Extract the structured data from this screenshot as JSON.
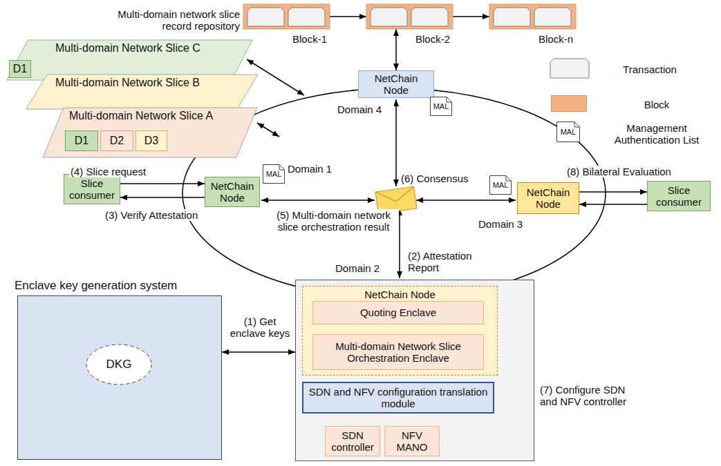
{
  "diagram": {
    "nodes": [
      {
        "text": [
          "Multi-domain Network Slice C"
        ]
      },
      {
        "text": [
          "D1"
        ],
        "in": 0
      },
      {
        "text": [
          "Multi-domain Network Slice B"
        ]
      },
      {
        "text": [
          "Multi-domain Network Slice A"
        ]
      },
      {
        "text": [
          "D1"
        ],
        "in": 3
      },
      {
        "text": [
          "D2"
        ],
        "in": 3
      },
      {
        "text": [
          "D3"
        ],
        "in": 3
      },
      {
        "text": [
          "Block-1"
        ]
      },
      {
        "text": [
          "Block-2"
        ]
      },
      {
        "text": [
          "Block-n"
        ]
      },
      {
        "text": [
          "NetChain Node"
        ]
      },
      {
        "text": [
          "MAL"
        ]
      },
      {
        "text": [
          "Slice consumer"
        ]
      },
      {
        "text": [
          "NetChain Node"
        ]
      },
      {
        "text": [
          "MAL"
        ]
      },
      {
        "text": [
          "MAL"
        ]
      },
      {
        "text": [
          "NetChain Node"
        ]
      },
      {
        "text": [
          "Slice consumer"
        ]
      },
      {
        "text": [
          "Enclave key generation system"
        ]
      },
      {
        "text": [
          "DKG"
        ],
        "in": 18
      },
      {
        "text": [
          "Domain 2"
        ]
      },
      {
        "text": [
          "NetChain Node"
        ],
        "in": 20
      },
      {
        "text": [
          "Quoting Enclave"
        ],
        "in": 21
      },
      {
        "text": [
          "Multi-domain Network Slice Orchestration Enclave"
        ],
        "in": 21
      },
      {
        "text": [
          "SDN and NFV configuration translation module"
        ],
        "in": 20
      },
      {
        "text": [
          "SDN controller"
        ],
        "in": 20
      },
      {
        "text": [
          "NFV MANO"
        ],
        "in": 20
      }
    ],
    "edges": [
      {
        "from": 7,
        "to": 8,
        "arrow": "to"
      },
      {
        "from": 8,
        "to": 9,
        "arrow": "to"
      },
      {
        "from": 8,
        "to": 10,
        "arrow": "both"
      },
      {
        "from": 12,
        "to": 13,
        "label": "(4) Slice request",
        "arrow": "to"
      },
      {
        "from": 13,
        "to": 12,
        "label": "(3) Verify Attestation",
        "arrow": "to"
      },
      {
        "from": 16,
        "to": 17,
        "label": "(8) Bilateral Evaluation",
        "arrow": "to"
      },
      {
        "from": 17,
        "to": 16,
        "arrow": "to"
      },
      {
        "from": 18,
        "to": 20,
        "label": "(1) Get enclave keys",
        "arrow": "both"
      },
      {
        "from": 24,
        "to": 25,
        "arrow": "none"
      },
      {
        "from": 24,
        "to": 26,
        "arrow": "none"
      }
    ],
    "labels": [
      "Multi-domain network slice record repository",
      "Domain 4",
      "Domain 1",
      "Domain 3",
      "(6) Consensus",
      "(5) Multi-domain network slice orchestration result",
      "(2) Attestation Report",
      "(7) Configure SDN and NFV controller",
      "MAL"
    ],
    "legend": [
      {
        "text": "Transaction",
        "color": "#f2f2f2"
      },
      {
        "text": "Block",
        "color": "#f4b183"
      },
      {
        "text": "Management Authentication List"
      }
    ]
  }
}
